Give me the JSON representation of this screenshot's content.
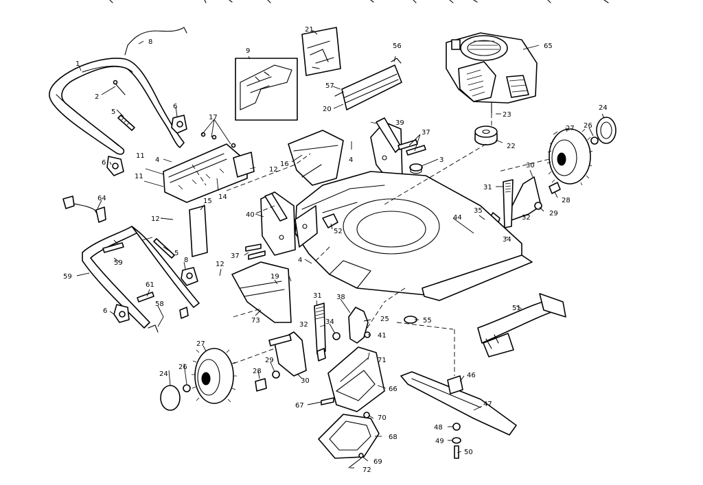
{
  "callouts": [
    {
      "id": "c1",
      "text": "1"
    },
    {
      "id": "c2",
      "text": "2"
    },
    {
      "id": "c3",
      "text": "3"
    },
    {
      "id": "c4a",
      "text": "4"
    },
    {
      "id": "c4b",
      "text": "4"
    },
    {
      "id": "c4c",
      "text": "4"
    },
    {
      "id": "c5a",
      "text": "5"
    },
    {
      "id": "c5b",
      "text": "5"
    },
    {
      "id": "c6a",
      "text": "6"
    },
    {
      "id": "c6b",
      "text": "6"
    },
    {
      "id": "c6c",
      "text": "6"
    },
    {
      "id": "c8a",
      "text": "8"
    },
    {
      "id": "c8b",
      "text": "8"
    },
    {
      "id": "c9",
      "text": "9"
    },
    {
      "id": "c11a",
      "text": "11"
    },
    {
      "id": "c11b",
      "text": "11"
    },
    {
      "id": "c12a",
      "text": "12"
    },
    {
      "id": "c12b",
      "text": "12"
    },
    {
      "id": "c12c",
      "text": "12"
    },
    {
      "id": "c14",
      "text": "14"
    },
    {
      "id": "c15",
      "text": "15"
    },
    {
      "id": "c16",
      "text": "16"
    },
    {
      "id": "c17",
      "text": "17"
    },
    {
      "id": "c19",
      "text": "19"
    },
    {
      "id": "c20",
      "text": "20"
    },
    {
      "id": "c21",
      "text": "21"
    },
    {
      "id": "c22",
      "text": "22"
    },
    {
      "id": "c23",
      "text": "23"
    },
    {
      "id": "c24a",
      "text": "24"
    },
    {
      "id": "c24b",
      "text": "24"
    },
    {
      "id": "c25",
      "text": "25"
    },
    {
      "id": "c26a",
      "text": "26"
    },
    {
      "id": "c26b",
      "text": "26"
    },
    {
      "id": "c27a",
      "text": "27"
    },
    {
      "id": "c27b",
      "text": "27"
    },
    {
      "id": "c28a",
      "text": "28"
    },
    {
      "id": "c28b",
      "text": "28"
    },
    {
      "id": "c29a",
      "text": "29"
    },
    {
      "id": "c29b",
      "text": "29"
    },
    {
      "id": "c30a",
      "text": "30"
    },
    {
      "id": "c30b",
      "text": "30"
    },
    {
      "id": "c31a",
      "text": "31"
    },
    {
      "id": "c31b",
      "text": "31"
    },
    {
      "id": "c32a",
      "text": "32"
    },
    {
      "id": "c32b",
      "text": "32"
    },
    {
      "id": "c34a",
      "text": "34"
    },
    {
      "id": "c34b",
      "text": "34"
    },
    {
      "id": "c35",
      "text": "35"
    },
    {
      "id": "c37a",
      "text": "37"
    },
    {
      "id": "c37b",
      "text": "37"
    },
    {
      "id": "c38",
      "text": "38"
    },
    {
      "id": "c39",
      "text": "39"
    },
    {
      "id": "c40",
      "text": "40"
    },
    {
      "id": "c41",
      "text": "41"
    },
    {
      "id": "c44",
      "text": "44"
    },
    {
      "id": "c46",
      "text": "46"
    },
    {
      "id": "c47",
      "text": "47"
    },
    {
      "id": "c48",
      "text": "48"
    },
    {
      "id": "c49",
      "text": "49"
    },
    {
      "id": "c50",
      "text": "50"
    },
    {
      "id": "c51",
      "text": "51"
    },
    {
      "id": "c52",
      "text": "52"
    },
    {
      "id": "c55",
      "text": "55"
    },
    {
      "id": "c56",
      "text": "56"
    },
    {
      "id": "c57",
      "text": "57"
    },
    {
      "id": "c58",
      "text": "58"
    },
    {
      "id": "c59a",
      "text": "59"
    },
    {
      "id": "c59b",
      "text": "59"
    },
    {
      "id": "c61",
      "text": "61"
    },
    {
      "id": "c64",
      "text": "64"
    },
    {
      "id": "c65",
      "text": "65"
    },
    {
      "id": "c66",
      "text": "66"
    },
    {
      "id": "c67",
      "text": "67"
    },
    {
      "id": "c68",
      "text": "68"
    },
    {
      "id": "c69",
      "text": "69"
    },
    {
      "id": "c70",
      "text": "70"
    },
    {
      "id": "c71",
      "text": "71"
    },
    {
      "id": "c72",
      "text": "72"
    },
    {
      "id": "c73",
      "text": "73"
    }
  ]
}
